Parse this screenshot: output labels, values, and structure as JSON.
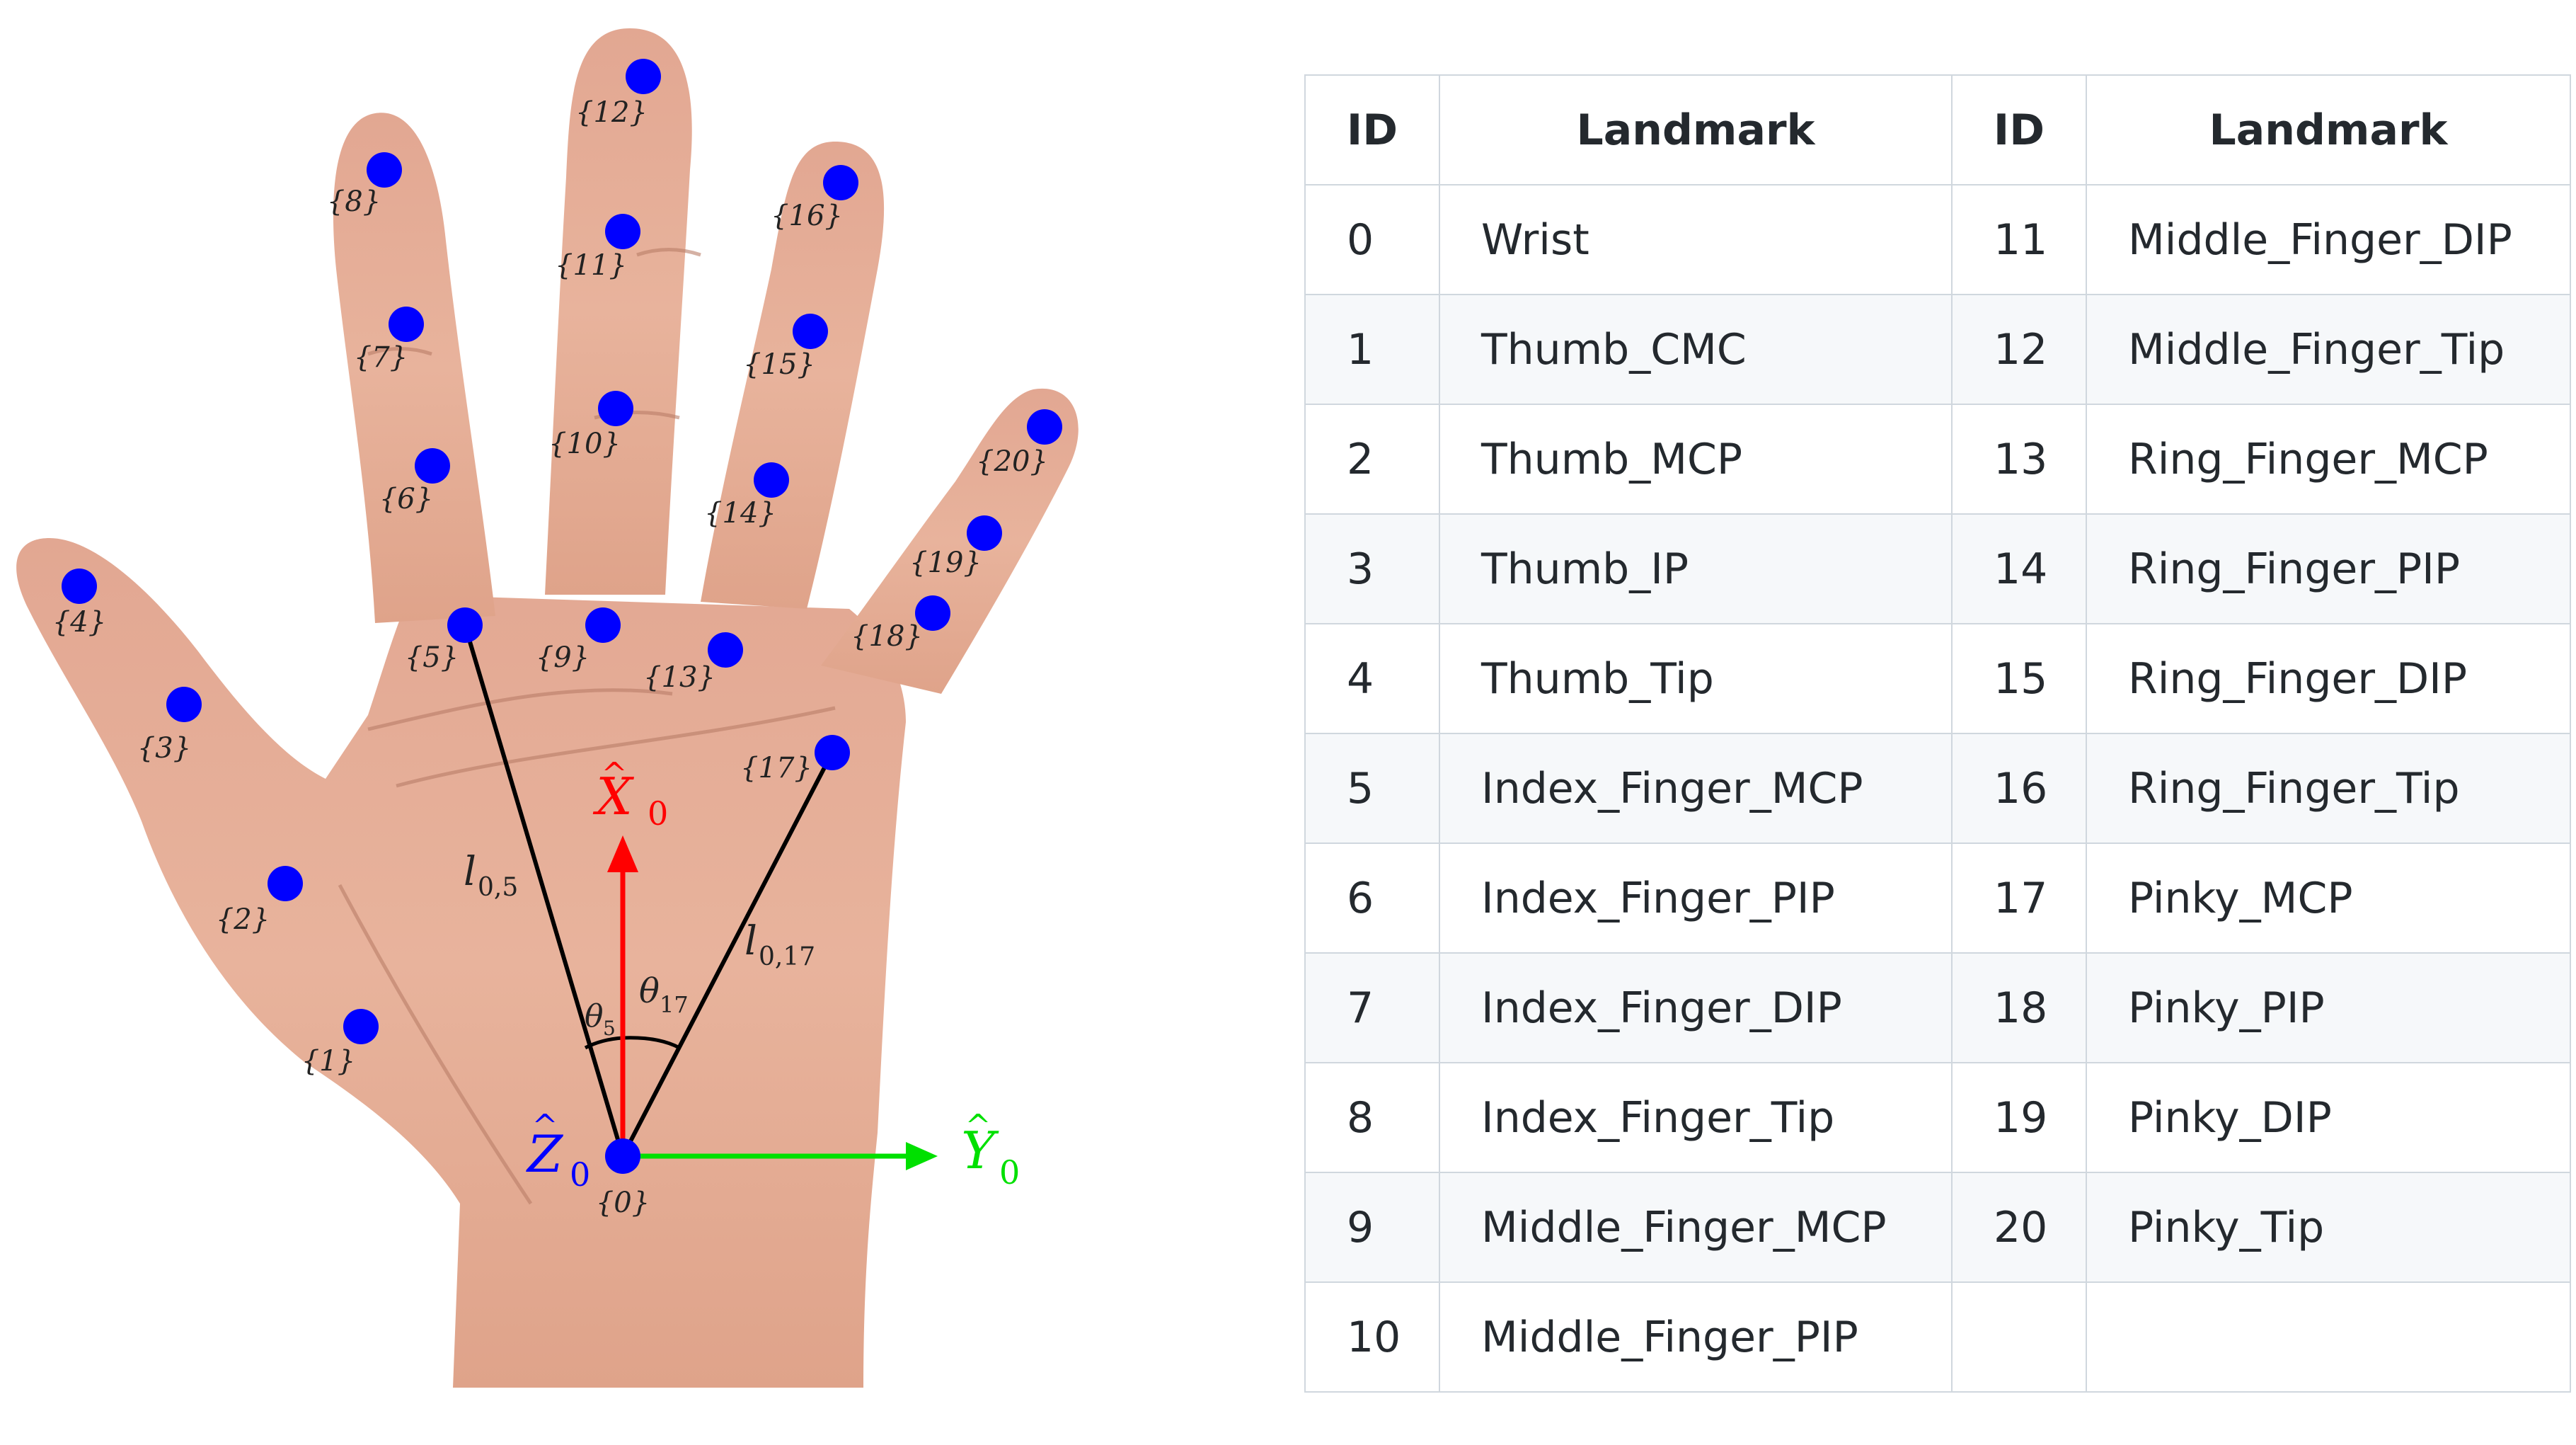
{
  "figure": {
    "landmark_labels": [
      "{0}",
      "{1}",
      "{2}",
      "{3}",
      "{4}",
      "{5}",
      "{6}",
      "{7}",
      "{8}",
      "{9}",
      "{10}",
      "{11}",
      "{12}",
      "{13}",
      "{14}",
      "{15}",
      "{16}",
      "{17}",
      "{18}",
      "{19}",
      "{20}"
    ],
    "axes": {
      "x_axis": {
        "hat": "X",
        "sub": "0",
        "color": "#ff0000"
      },
      "y_axis": {
        "hat": "Y",
        "sub": "0",
        "color": "#00e000"
      },
      "z_axis": {
        "hat": "Z",
        "sub": "0",
        "color": "#0000ff"
      }
    },
    "segments": {
      "l05": {
        "base": "l",
        "sub": "0,5"
      },
      "l017": {
        "base": "l",
        "sub": "0,17"
      }
    },
    "angles": {
      "theta5": {
        "base": "θ",
        "sub": "5"
      },
      "theta17": {
        "base": "θ",
        "sub": "17"
      }
    },
    "colors": {
      "landmark": "#0000ff",
      "skin": "#e8b09a",
      "segment": "#000000"
    }
  },
  "table": {
    "headers": [
      "ID",
      "Landmark",
      "ID",
      "Landmark"
    ],
    "rows": [
      [
        "0",
        "Wrist",
        "11",
        "Middle_Finger_DIP"
      ],
      [
        "1",
        "Thumb_CMC",
        "12",
        "Middle_Finger_Tip"
      ],
      [
        "2",
        "Thumb_MCP",
        "13",
        "Ring_Finger_MCP"
      ],
      [
        "3",
        "Thumb_IP",
        "14",
        "Ring_Finger_PIP"
      ],
      [
        "4",
        "Thumb_Tip",
        "15",
        "Ring_Finger_DIP"
      ],
      [
        "5",
        "Index_Finger_MCP",
        "16",
        "Ring_Finger_Tip"
      ],
      [
        "6",
        "Index_Finger_PIP",
        "17",
        "Pinky_MCP"
      ],
      [
        "7",
        "Index_Finger_DIP",
        "18",
        "Pinky_PIP"
      ],
      [
        "8",
        "Index_Finger_Tip",
        "19",
        "Pinky_DIP"
      ],
      [
        "9",
        "Middle_Finger_MCP",
        "20",
        "Pinky_Tip"
      ],
      [
        "10",
        "Middle_Finger_PIP",
        "",
        ""
      ]
    ]
  }
}
